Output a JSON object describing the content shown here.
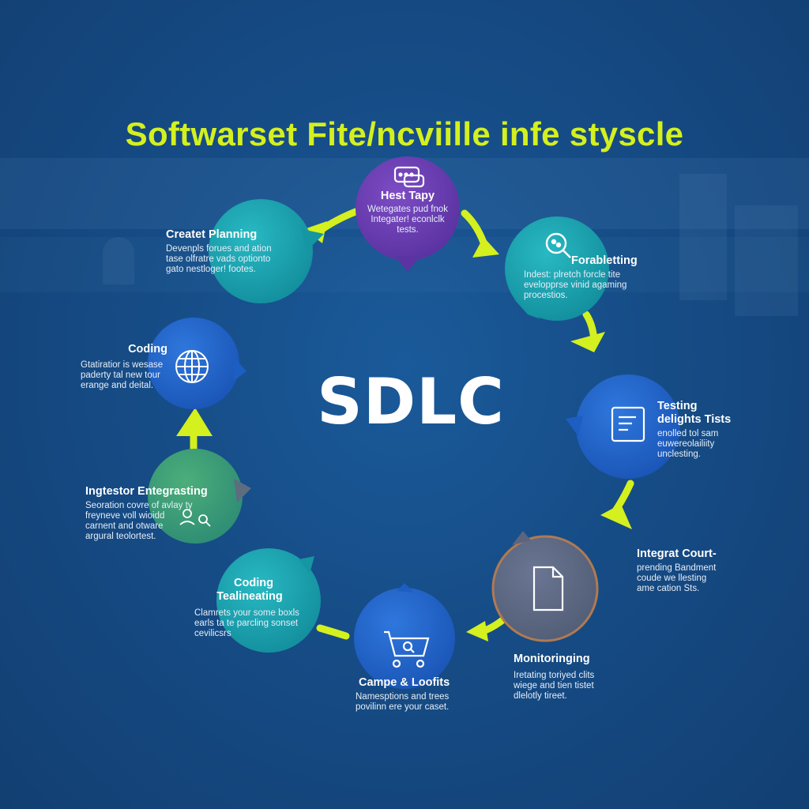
{
  "title": "Softwarset Fite/ncviille infe styscle",
  "center_label": "SDLC",
  "colors": {
    "background": "#164c86",
    "accent": "#d4f01e",
    "teal": "#1aa3b0",
    "blue": "#1f62c8",
    "purple": "#6a3fb0",
    "green": "#3a9a7a",
    "gray": "#5f6c84"
  },
  "nodes": [
    {
      "id": "top",
      "color": "purple",
      "icon": "chat-bubble-icon",
      "title": "Hest Tapy",
      "desc": [
        "Wetegates pud fnok",
        "Integater! econlclk",
        "tests."
      ]
    },
    {
      "id": "planning",
      "color": "teal",
      "icon": "none",
      "title": "Createt Planning",
      "desc": [
        "Devenpls forues and ation",
        "tase olfratre vads optionto",
        "gato nestloger! footes."
      ]
    },
    {
      "id": "forableting",
      "color": "teal",
      "icon": "magnifier-icon",
      "title": "Forabletting",
      "desc": [
        "Indest: plretch forcle tite",
        "evelopprse vinid agaming",
        "procestios."
      ]
    },
    {
      "id": "coding-top",
      "color": "blue",
      "icon": "globe-icon",
      "title": "Coding",
      "desc": [
        "Gtatiratior is wesase",
        "paderty tal new tour",
        "erange and deital."
      ]
    },
    {
      "id": "testing",
      "color": "blue",
      "icon": "document-lines-icon",
      "title": "Testing",
      "title2": "delights Tists",
      "desc": [
        "enolled tol sam",
        "euwereolailiity",
        "unclesting."
      ]
    },
    {
      "id": "integrating",
      "color": "green",
      "icon": "people-search-icon",
      "title": "Ingtestor Entegrasting",
      "desc": [
        "Seoration covre of avlay ty",
        "freyneve voll wioidd",
        "carnent and otware",
        "argural teolortest."
      ]
    },
    {
      "id": "integrat",
      "color": "gray",
      "icon": "file-icon",
      "title": "Integrat Court-",
      "desc": [
        "prending Bandment",
        "coude we llesting",
        "ame cation Sts."
      ]
    },
    {
      "id": "coding-bottom",
      "color": "teal",
      "icon": "none",
      "title": "Coding",
      "title2": "Tealineating",
      "desc": [
        "Clamrets your some boxls",
        "earls ta te parcling sonset",
        "cevilicsrs"
      ]
    },
    {
      "id": "campe",
      "color": "blue",
      "icon": "cart-icon",
      "title": "Campe & Loofits",
      "desc": [
        "Namesptions and trees",
        "povilinn ere your caset."
      ]
    },
    {
      "id": "monitoring",
      "color": "none",
      "icon": "none",
      "title": "Monitoringing",
      "desc": [
        "Iretating toriyed clits",
        "wiege and tien tistet",
        "dlelotly tireet."
      ]
    }
  ]
}
